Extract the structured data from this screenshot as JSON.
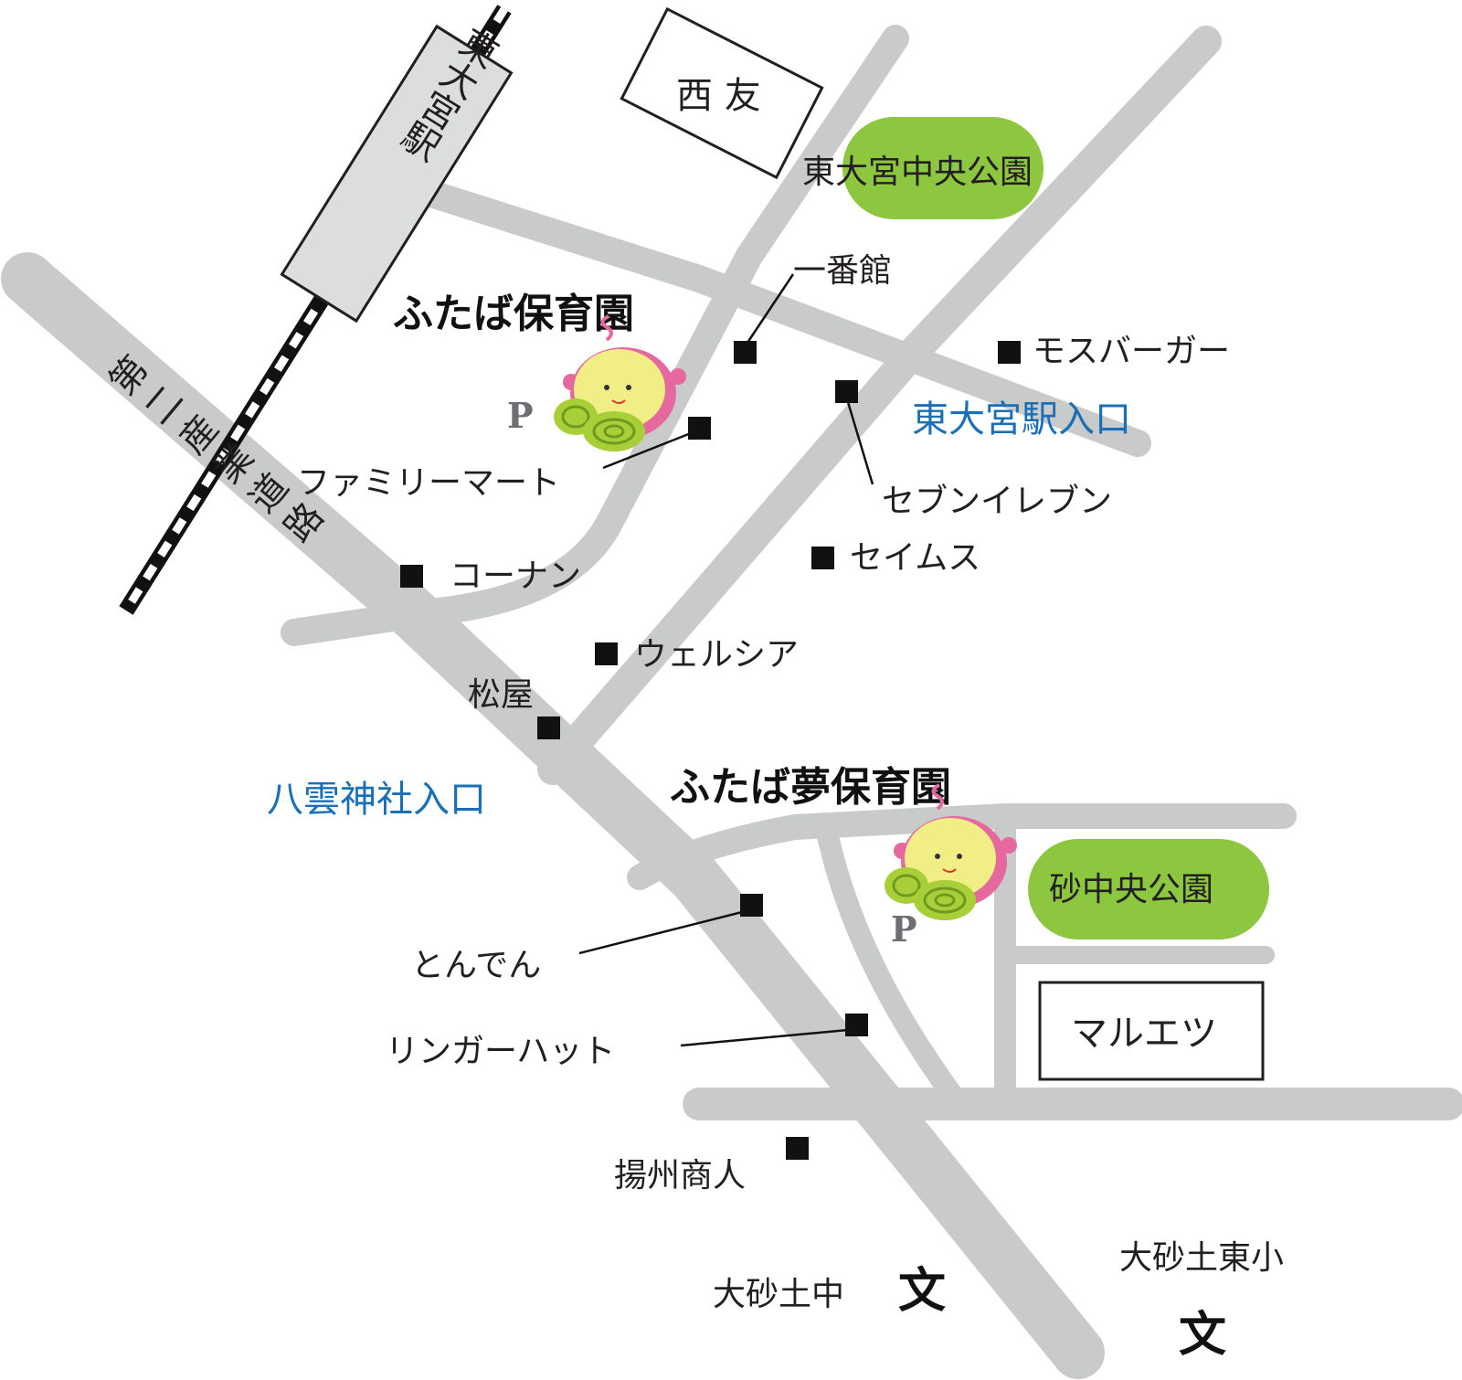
{
  "station": {
    "label": "東大宮駅"
  },
  "highway": {
    "label": "第二産業道路"
  },
  "buildings": {
    "nishitomo": "西 友",
    "maruetsu": "マルエツ"
  },
  "parks": {
    "higashiomiya_central": "東大宮中央公園",
    "suna_central": "砂中央公園"
  },
  "nurseries": {
    "futaba": {
      "name": "ふたば保育園",
      "parking": "P"
    },
    "futaba_yume": {
      "name": "ふたば夢保育園",
      "parking": "P"
    }
  },
  "entrances": {
    "higashiomiya_station": "東大宮駅入口",
    "yakumo_shrine": "八雲神社入口"
  },
  "shops": {
    "ichibankan": "一番館",
    "mos_burger": "モスバーガー",
    "family_mart": "ファミリーマート",
    "seven_eleven": "セブンイレブン",
    "seimusu": "セイムス",
    "konan": "コーナン",
    "welcia": "ウェルシア",
    "matsuya": "松屋",
    "tonden": "とんでん",
    "ringer_hut": "リンガーハット",
    "yoshu_shonin": "揚州商人"
  },
  "schools": {
    "osunato_junior_high": {
      "name": "大砂土中",
      "symbol": "文"
    },
    "osunato_higashi_elementary": {
      "name": "大砂土東小",
      "symbol": "文"
    }
  },
  "colors": {
    "road": "#c9caca",
    "park": "#8dc63f",
    "entrance_text": "#1a6fb6",
    "mascot_face": "#f2ee86",
    "mascot_pink": "#e5689e",
    "mascot_green": "#a9cf38"
  }
}
